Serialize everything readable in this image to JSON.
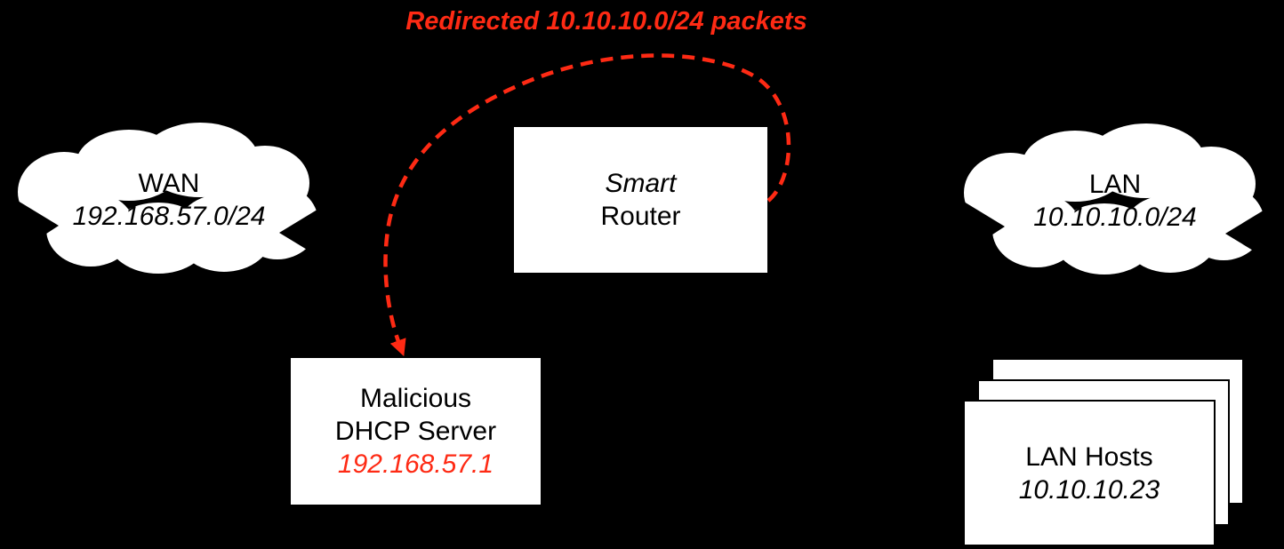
{
  "colors": {
    "background": "#000000",
    "node_fill": "#ffffff",
    "node_text": "#000000",
    "accent_red": "#fe2a14"
  },
  "annotation": {
    "redirect_label": "Redirected 10.10.10.0/24 packets"
  },
  "nodes": {
    "wan": {
      "label": "WAN",
      "subnet": "192.168.57.0/24"
    },
    "router": {
      "line1": "Smart",
      "line2": "Router"
    },
    "lan": {
      "label": "LAN",
      "subnet": "10.10.10.0/24"
    },
    "dhcp": {
      "line1": "Malicious",
      "line2": "DHCP Server",
      "ip": "192.168.57.1"
    },
    "hosts": {
      "label": "LAN Hosts",
      "ip": "10.10.10.23"
    }
  }
}
